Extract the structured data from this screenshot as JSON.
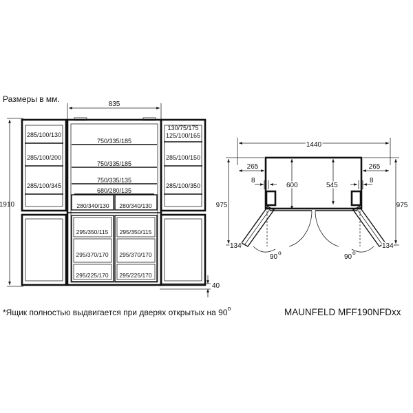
{
  "header": {
    "sizes_note": "Размеры в мм."
  },
  "front": {
    "width": "835",
    "height": "1910",
    "bottom": "40",
    "left_door": [
      "285/100/130",
      "285/100/200",
      "285/100/345"
    ],
    "right_door": [
      "130/75/175",
      "125/100/165",
      "285/100/150",
      "285/100/350"
    ],
    "shelves": [
      "750/335/185",
      "750/335/185",
      "750/335/135",
      "680/280/135"
    ],
    "drawers_top": [
      "280/340/130",
      "280/340/130"
    ],
    "drawer_left": [
      "295/350/115",
      "295/370/170",
      "295/225/170"
    ],
    "drawer_right": [
      "295/350/115",
      "295/370/170",
      "295/225/170"
    ]
  },
  "top": {
    "total_width": "1440",
    "left_swing": "265",
    "right_swing": "265",
    "left_gap": "8",
    "right_gap": "8",
    "depth_outer": "600",
    "depth_inner": "545",
    "left_depth": "975",
    "right_depth": "975",
    "left_offset": "134",
    "right_offset": "134",
    "left_angle": "90",
    "right_angle": "90",
    "degree_mark": "o"
  },
  "footer": {
    "note": "*Ящик полностью выдвигается при дверях открытых на 90",
    "degree_mark": "o",
    "model": "MAUNFELD MFF190NFDxx"
  }
}
